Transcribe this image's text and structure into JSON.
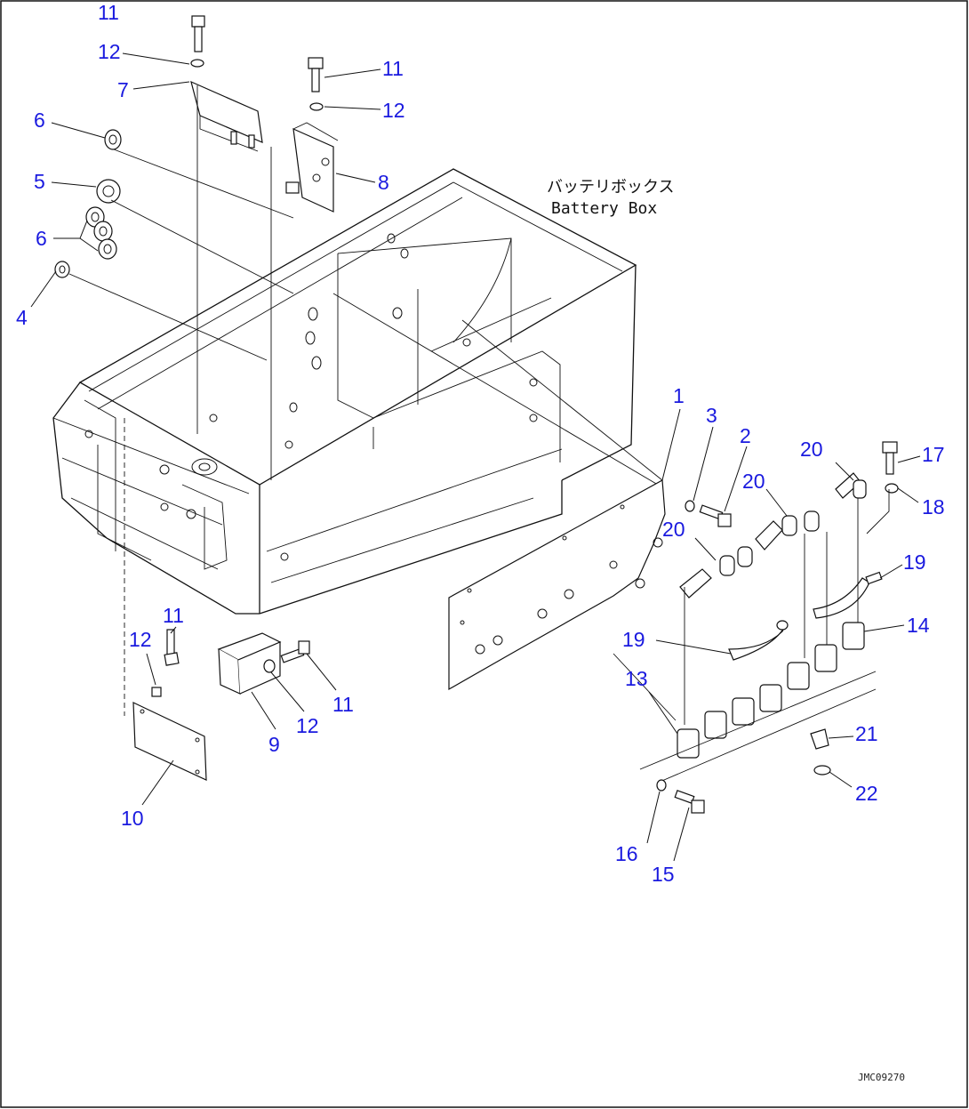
{
  "diagram": {
    "caption_jp": "バッテリボックス",
    "caption_en": "Battery Box",
    "document_id": "JMC09270",
    "callout_color": "#1a1adf",
    "callouts": [
      {
        "id": "c1",
        "label": "1"
      },
      {
        "id": "c2",
        "label": "2"
      },
      {
        "id": "c3",
        "label": "3"
      },
      {
        "id": "c4",
        "label": "4"
      },
      {
        "id": "c5",
        "label": "5"
      },
      {
        "id": "c6a",
        "label": "6"
      },
      {
        "id": "c6b",
        "label": "6"
      },
      {
        "id": "c7",
        "label": "7"
      },
      {
        "id": "c8",
        "label": "8"
      },
      {
        "id": "c9",
        "label": "9"
      },
      {
        "id": "c10",
        "label": "10"
      },
      {
        "id": "c11a",
        "label": "11"
      },
      {
        "id": "c11b",
        "label": "11"
      },
      {
        "id": "c11c",
        "label": "11"
      },
      {
        "id": "c11d",
        "label": "11"
      },
      {
        "id": "c12a",
        "label": "12"
      },
      {
        "id": "c12b",
        "label": "12"
      },
      {
        "id": "c12c",
        "label": "12"
      },
      {
        "id": "c12d",
        "label": "12"
      },
      {
        "id": "c13",
        "label": "13"
      },
      {
        "id": "c14",
        "label": "14"
      },
      {
        "id": "c15",
        "label": "15"
      },
      {
        "id": "c16",
        "label": "16"
      },
      {
        "id": "c17",
        "label": "17"
      },
      {
        "id": "c18",
        "label": "18"
      },
      {
        "id": "c19a",
        "label": "19"
      },
      {
        "id": "c19b",
        "label": "19"
      },
      {
        "id": "c20a",
        "label": "20"
      },
      {
        "id": "c20b",
        "label": "20"
      },
      {
        "id": "c20c",
        "label": "20"
      },
      {
        "id": "c21",
        "label": "21"
      },
      {
        "id": "c22",
        "label": "22"
      }
    ]
  }
}
